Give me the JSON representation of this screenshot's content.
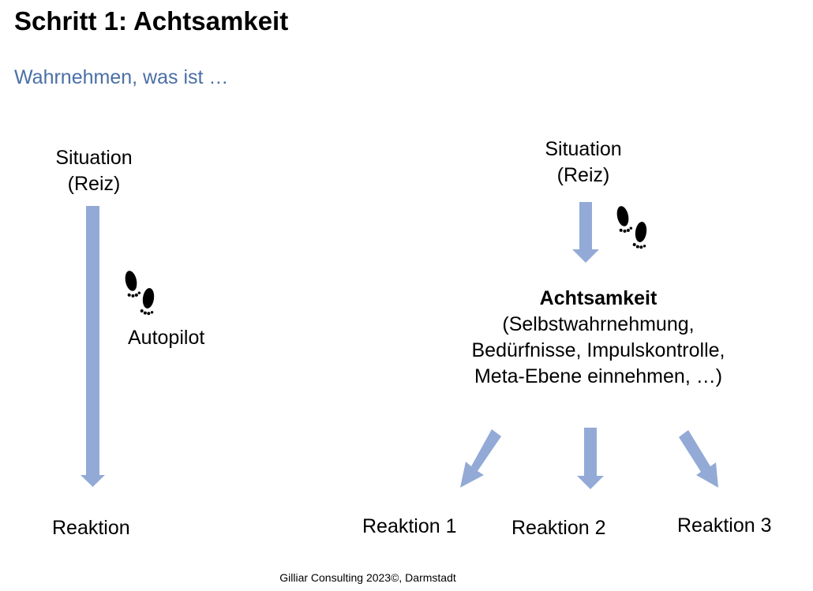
{
  "title": "Schritt 1: Achtsamkeit",
  "subtitle": "Wahrnehmen, was ist …",
  "accent_color": "#4a6fa5",
  "arrow_color": "#93aad6",
  "left": {
    "situation_line1": "Situation",
    "situation_line2": "(Reiz)",
    "icon": "footprints-icon",
    "mode_label": "Autopilot",
    "reaction_label": "Reaktion"
  },
  "right": {
    "situation_line1": "Situation",
    "situation_line2": "(Reiz)",
    "icon": "footprints-icon",
    "heading": "Achtsamkeit",
    "detail_line1": "(Selbstwahrnehmung,",
    "detail_line2": "Bedürfnisse, Impulskontrolle,",
    "detail_line3": "Meta-Ebene einnehmen, …)",
    "reactions": [
      "Reaktion 1",
      "Reaktion 2",
      "Reaktion 3"
    ]
  },
  "footer": "Gilliar Consulting 2023©, Darmstadt"
}
